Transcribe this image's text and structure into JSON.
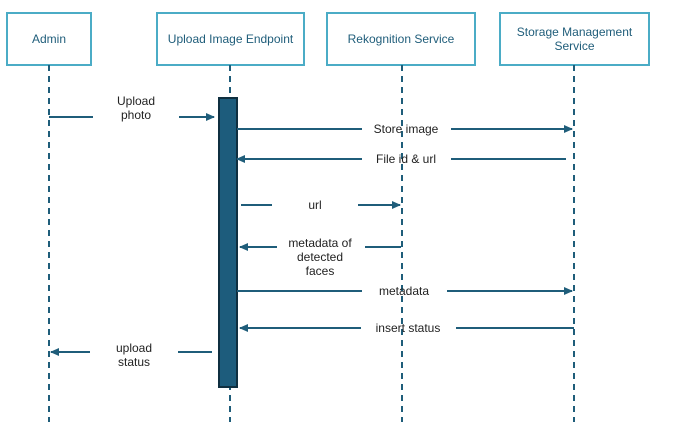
{
  "colors": {
    "box_border": "#4bacc6",
    "box_text": "#1f5d7a",
    "lifeline": "#1f5d7a",
    "arrow": "#1f5d7a",
    "activation_fill": "#1d5c7c",
    "activation_border": "#0f2f40",
    "label_text": "#222222"
  },
  "participants": [
    {
      "id": "admin",
      "lines": [
        "Admin"
      ]
    },
    {
      "id": "upload",
      "lines": [
        "Upload Image Endpoint"
      ]
    },
    {
      "id": "rekognition",
      "lines": [
        "Rekognition Service"
      ]
    },
    {
      "id": "storage",
      "lines": [
        "Storage Management",
        "Service"
      ]
    }
  ],
  "messages": [
    {
      "from": "admin",
      "to": "upload",
      "lines": [
        "Upload",
        "photo"
      ]
    },
    {
      "from": "upload",
      "to": "storage",
      "lines": [
        "Store image"
      ]
    },
    {
      "from": "storage",
      "to": "upload",
      "lines": [
        "File id & url"
      ]
    },
    {
      "from": "upload",
      "to": "rekognition",
      "lines": [
        "url"
      ]
    },
    {
      "from": "rekognition",
      "to": "upload",
      "lines": [
        "metadata of",
        "detected",
        "faces"
      ]
    },
    {
      "from": "upload",
      "to": "storage",
      "lines": [
        "metadata"
      ]
    },
    {
      "from": "storage",
      "to": "upload",
      "lines": [
        "insert status"
      ]
    },
    {
      "from": "upload",
      "to": "admin",
      "lines": [
        "upload",
        "status"
      ]
    }
  ]
}
